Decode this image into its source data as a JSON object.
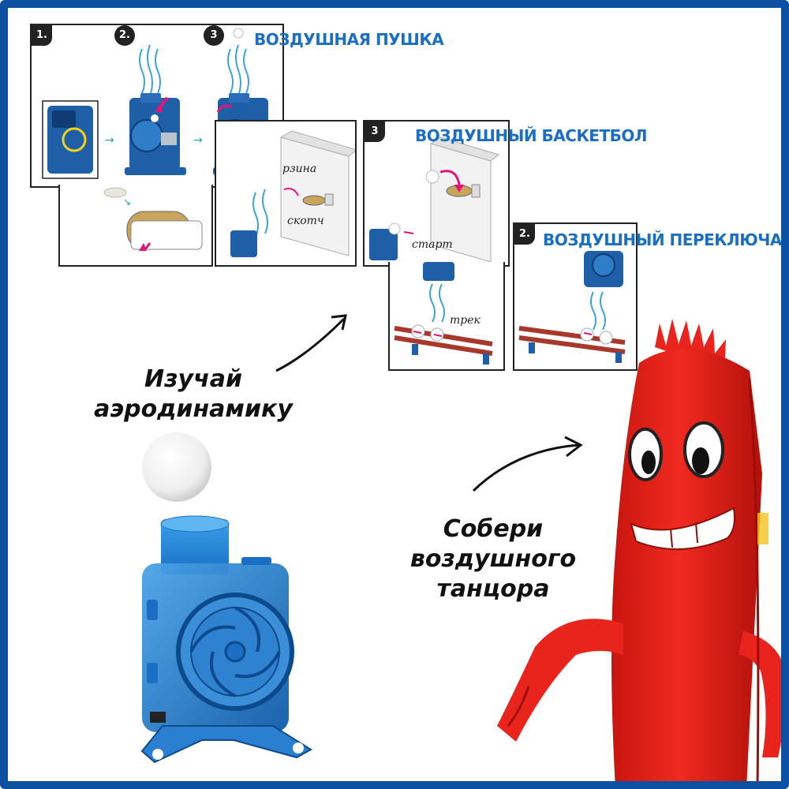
{
  "sections": {
    "air_cannon": {
      "title": "ВОЗДУШНАЯ ПУШКА",
      "steps": [
        "1.",
        "2.",
        "3"
      ]
    },
    "air_basketball": {
      "title": "ВОЗДУШНЫЙ БАСКЕТБОЛ",
      "step": "3",
      "captions": {
        "basket": "рзина",
        "tape": "скотч",
        "start": "старт"
      }
    },
    "air_switch": {
      "title": "ВОЗДУШНЫЙ ПЕРЕКЛЮЧАТЕЛЬ",
      "step": "2.",
      "captions": {
        "track": "трек"
      }
    }
  },
  "callouts": {
    "learn_line1": "Изучай",
    "learn_line2": "аэродинамику",
    "build_line1": "Собери",
    "build_line2": "воздушного",
    "build_line3": "танцора"
  },
  "colors": {
    "frame": "#0d4fa0",
    "title_blue": "#1a6fc4",
    "pump_blue": "#1e7fd0",
    "dancer_red": "#e8241d",
    "arrow_pink": "#e0157a"
  }
}
